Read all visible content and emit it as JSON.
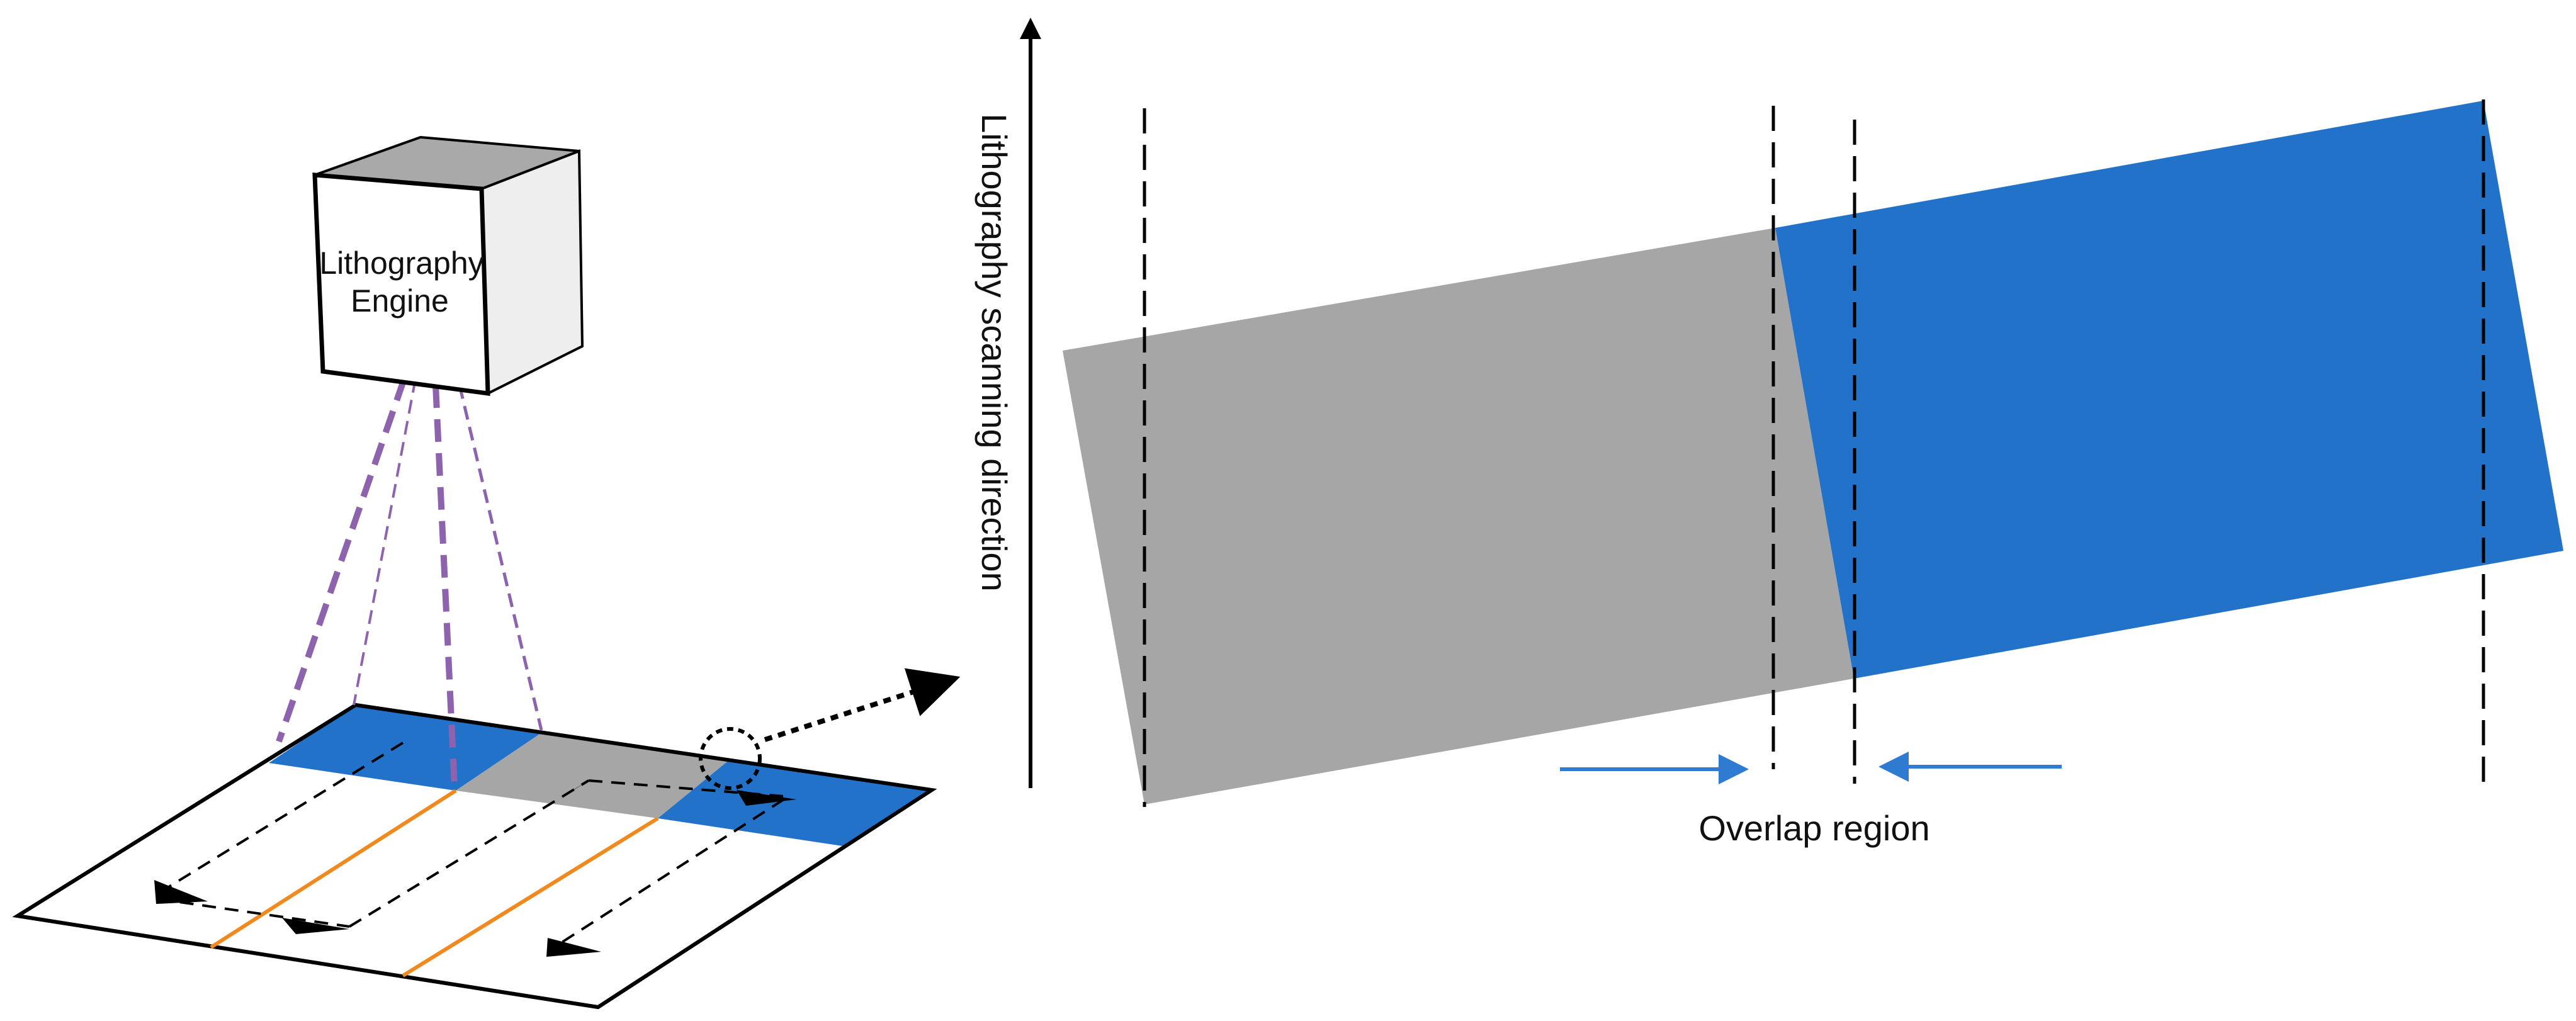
{
  "engine": {
    "label_line1": "Lithography",
    "label_line2": "Engine"
  },
  "axis": {
    "label": "Lithography scanning direction"
  },
  "overlap": {
    "label": "Overlap region"
  },
  "colors": {
    "exposed_blue": "#2172C8",
    "exposed_gray": "#A6A6A6",
    "beam_purple": "#8E63AE",
    "boundary_orange": "#F08A1E",
    "cube_top": "#A9A9A9",
    "cube_side": "#EEEEEE",
    "cube_front": "#FFFFFF",
    "outline": "#000000",
    "arrow_blue": "#2E7BD1"
  }
}
